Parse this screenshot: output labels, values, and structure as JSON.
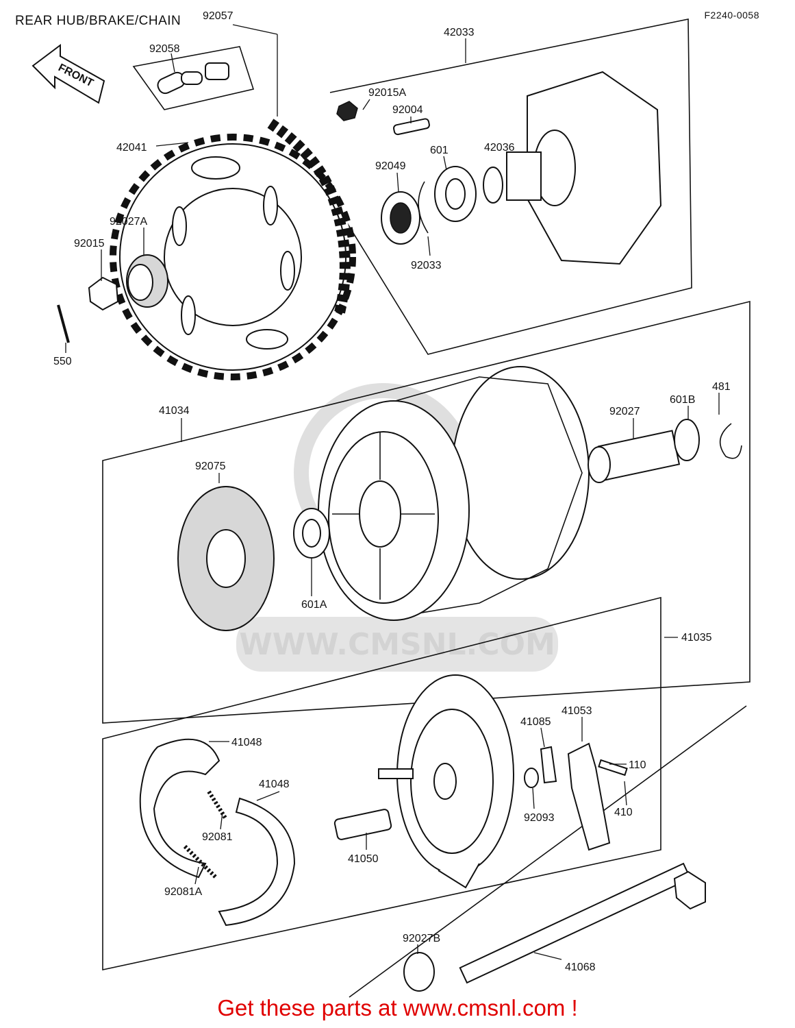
{
  "header": {
    "title": "REAR HUB/BRAKE/CHAIN",
    "diagram_code": "F2240-0058"
  },
  "front_arrow_label": "FRONT",
  "watermark": "WWW.CMSNL.COM",
  "footer_link": "Get these parts at www.cmsnl.com !",
  "parts": [
    "92057",
    "92058",
    "42033",
    "92015A",
    "92004",
    "42041",
    "601",
    "42036",
    "92049",
    "92027A",
    "92015",
    "92033",
    "550",
    "41034",
    "481",
    "92027",
    "601B",
    "92075",
    "601A",
    "41035",
    "41053",
    "41048",
    "41085",
    "110",
    "41048",
    "92093",
    "410",
    "92081",
    "41050",
    "92081A",
    "92027B",
    "41068"
  ]
}
